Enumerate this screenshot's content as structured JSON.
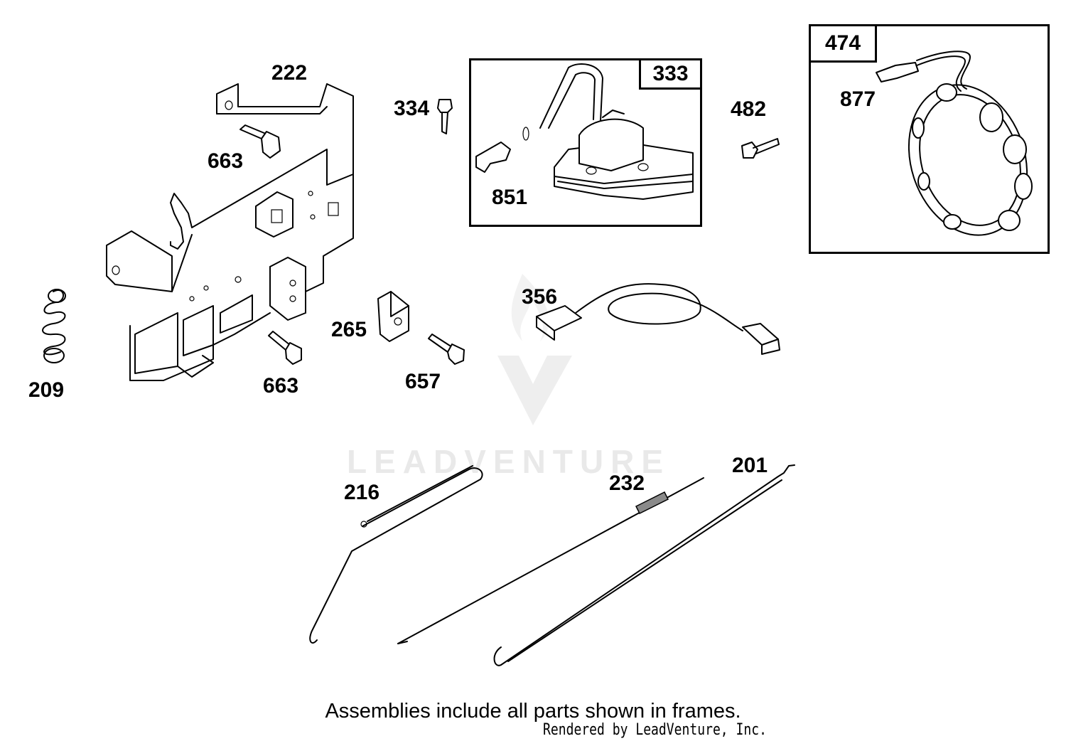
{
  "watermark": {
    "brand": "LEADVENTURE"
  },
  "frames": [
    {
      "id": "333",
      "label": "333"
    },
    {
      "id": "474",
      "label": "474"
    }
  ],
  "callouts": {
    "p222": "222",
    "p663a": "663",
    "p334": "334",
    "p851": "851",
    "p482": "482",
    "p877": "877",
    "p209": "209",
    "p356": "356",
    "p265": "265",
    "p663b": "663",
    "p657": "657",
    "p216": "216",
    "p232": "232",
    "p201": "201"
  },
  "footnote": "Assemblies include all parts shown in frames.",
  "credit": "Rendered by LeadVenture, Inc."
}
